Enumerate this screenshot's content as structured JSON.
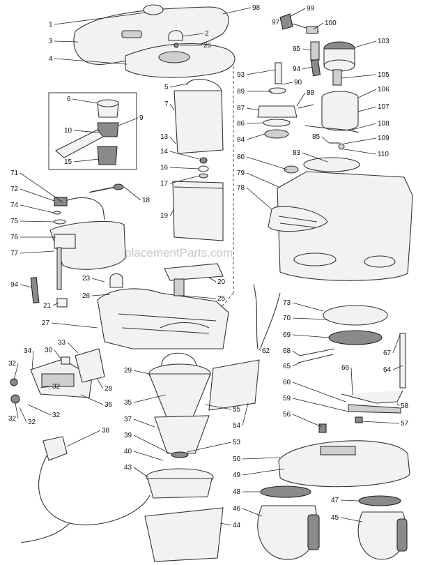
{
  "watermark": "eReplacementParts.com",
  "callouts": [
    {
      "id": "1",
      "text": "1"
    },
    {
      "id": "3",
      "text": "3"
    },
    {
      "id": "4",
      "text": "4"
    },
    {
      "id": "98",
      "text": "98"
    },
    {
      "id": "2",
      "text": "2"
    },
    {
      "id": "26a",
      "text": "26"
    },
    {
      "id": "97",
      "text": "97"
    },
    {
      "id": "99",
      "text": "99"
    },
    {
      "id": "100",
      "text": "100"
    },
    {
      "id": "95",
      "text": "95"
    },
    {
      "id": "103",
      "text": "103"
    },
    {
      "id": "94a",
      "text": "94"
    },
    {
      "id": "93",
      "text": "93"
    },
    {
      "id": "105",
      "text": "105"
    },
    {
      "id": "90",
      "text": "90"
    },
    {
      "id": "89",
      "text": "89"
    },
    {
      "id": "88",
      "text": "88"
    },
    {
      "id": "106",
      "text": "106"
    },
    {
      "id": "87",
      "text": "87"
    },
    {
      "id": "107",
      "text": "107"
    },
    {
      "id": "86",
      "text": "86"
    },
    {
      "id": "108",
      "text": "108"
    },
    {
      "id": "85",
      "text": "85"
    },
    {
      "id": "84",
      "text": "84"
    },
    {
      "id": "109",
      "text": "109"
    },
    {
      "id": "110",
      "text": "110"
    },
    {
      "id": "83",
      "text": "83"
    },
    {
      "id": "80",
      "text": "80"
    },
    {
      "id": "79",
      "text": "79"
    },
    {
      "id": "78",
      "text": "78"
    },
    {
      "id": "5",
      "text": "5"
    },
    {
      "id": "6",
      "text": "6"
    },
    {
      "id": "7",
      "text": "7"
    },
    {
      "id": "9",
      "text": "9"
    },
    {
      "id": "10",
      "text": "10"
    },
    {
      "id": "15",
      "text": "15"
    },
    {
      "id": "13",
      "text": "13"
    },
    {
      "id": "14",
      "text": "14"
    },
    {
      "id": "16",
      "text": "16"
    },
    {
      "id": "17",
      "text": "17"
    },
    {
      "id": "18",
      "text": "18"
    },
    {
      "id": "19",
      "text": "19"
    },
    {
      "id": "71",
      "text": "71"
    },
    {
      "id": "72",
      "text": "72"
    },
    {
      "id": "74",
      "text": "74"
    },
    {
      "id": "75",
      "text": "75"
    },
    {
      "id": "76",
      "text": "76"
    },
    {
      "id": "77",
      "text": "77"
    },
    {
      "id": "94b",
      "text": "94"
    },
    {
      "id": "21",
      "text": "21"
    },
    {
      "id": "23",
      "text": "23"
    },
    {
      "id": "26b",
      "text": "26"
    },
    {
      "id": "20",
      "text": "20"
    },
    {
      "id": "25",
      "text": "25"
    },
    {
      "id": "27",
      "text": "27"
    },
    {
      "id": "73",
      "text": "73"
    },
    {
      "id": "70",
      "text": "70"
    },
    {
      "id": "69",
      "text": "69"
    },
    {
      "id": "68",
      "text": "68"
    },
    {
      "id": "62",
      "text": "62"
    },
    {
      "id": "67",
      "text": "67"
    },
    {
      "id": "65",
      "text": "65"
    },
    {
      "id": "64",
      "text": "64"
    },
    {
      "id": "66",
      "text": "66"
    },
    {
      "id": "60",
      "text": "60"
    },
    {
      "id": "59",
      "text": "59"
    },
    {
      "id": "58",
      "text": "58"
    },
    {
      "id": "57",
      "text": "57"
    },
    {
      "id": "56",
      "text": "56"
    },
    {
      "id": "30",
      "text": "30"
    },
    {
      "id": "33",
      "text": "33"
    },
    {
      "id": "34",
      "text": "34"
    },
    {
      "id": "29",
      "text": "29"
    },
    {
      "id": "28",
      "text": "28"
    },
    {
      "id": "32a",
      "text": "32"
    },
    {
      "id": "32b",
      "text": "32"
    },
    {
      "id": "32c",
      "text": "32"
    },
    {
      "id": "32d",
      "text": "32"
    },
    {
      "id": "32e",
      "text": "32"
    },
    {
      "id": "36",
      "text": "36"
    },
    {
      "id": "35",
      "text": "35"
    },
    {
      "id": "55",
      "text": "55"
    },
    {
      "id": "54",
      "text": "54"
    },
    {
      "id": "37",
      "text": "37"
    },
    {
      "id": "38",
      "text": "38"
    },
    {
      "id": "39",
      "text": "39"
    },
    {
      "id": "53",
      "text": "53"
    },
    {
      "id": "40",
      "text": "40"
    },
    {
      "id": "50",
      "text": "50"
    },
    {
      "id": "43",
      "text": "43"
    },
    {
      "id": "49",
      "text": "49"
    },
    {
      "id": "48",
      "text": "48"
    },
    {
      "id": "47",
      "text": "47"
    },
    {
      "id": "46",
      "text": "46"
    },
    {
      "id": "45",
      "text": "45"
    },
    {
      "id": "44",
      "text": "44"
    }
  ]
}
